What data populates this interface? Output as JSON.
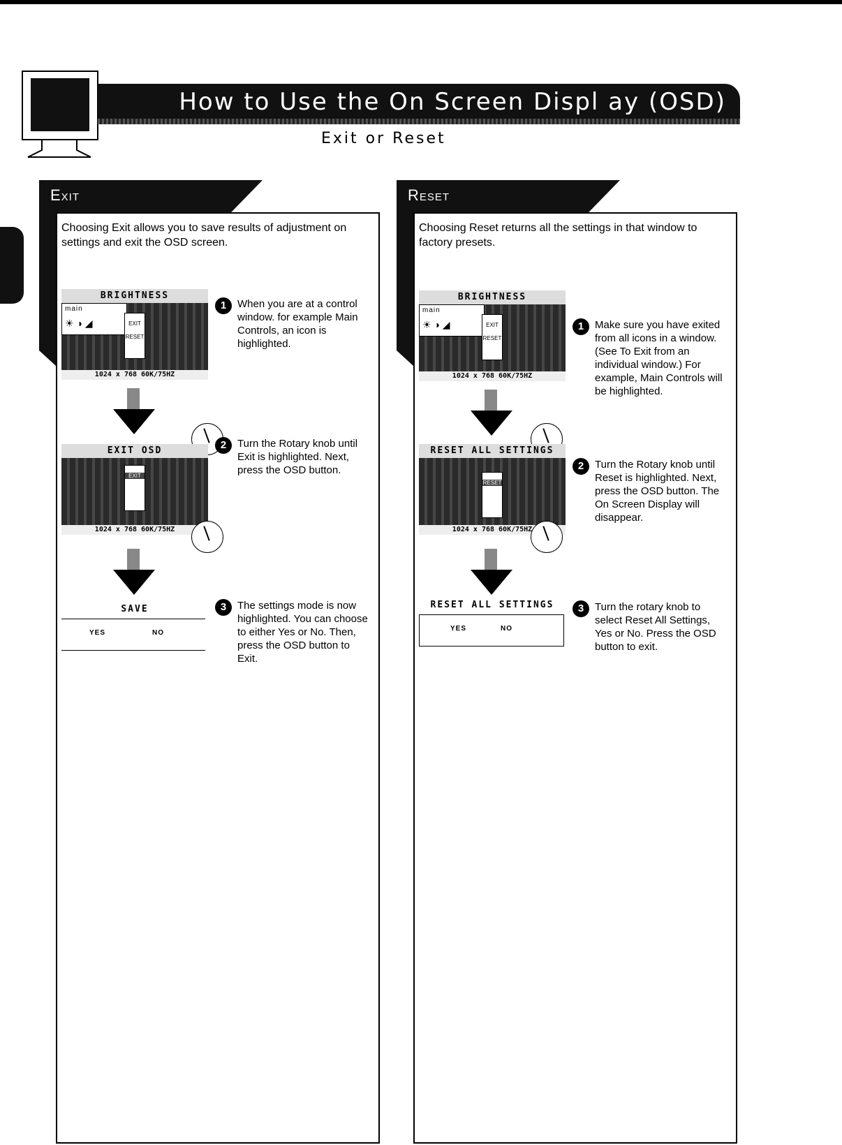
{
  "header": {
    "title": "How to Use the On Screen Displ ay (OSD)",
    "subtitle": "Exit or Reset"
  },
  "exit": {
    "label": "Exit",
    "intro": "Choosing Exit allows you to save results of adjustment on settings and exit the OSD screen.",
    "osd1": {
      "title": "BRIGHTNESS",
      "main": "main",
      "menu_a": "EXIT",
      "menu_b": "RESET",
      "footer": "1024 x 768   60K/75HZ"
    },
    "osd2": {
      "title": "EXIT OSD",
      "menu_a": "EXIT",
      "footer": "1024 x 768   60K/75HZ"
    },
    "save": {
      "title": "SAVE",
      "yes": "YES",
      "no": "NO"
    },
    "steps": [
      {
        "num": "1",
        "text": "When you are at a control window. for example Main Controls, an icon is highlighted."
      },
      {
        "num": "2",
        "text": "Turn the Rotary knob until Exit is highlighted. Next, press the OSD button."
      },
      {
        "num": "3",
        "text": "The settings mode is now highlighted. You can choose to either Yes or No. Then, press the OSD button to Exit."
      }
    ]
  },
  "reset": {
    "label": "Reset",
    "intro": "Choosing Reset returns all the settings in that window to factory presets.",
    "osd1": {
      "title": "BRIGHTNESS",
      "main": "main",
      "menu_a": "EXIT",
      "menu_b": "RESET",
      "footer": "1024 x 768   60K/75HZ"
    },
    "osd2": {
      "title": "RESET ALL SETTINGS",
      "menu_b": "RESET",
      "footer": "1024 x 768   60K/75HZ"
    },
    "save": {
      "title": "RESET ALL SETTINGS",
      "yes": "YES",
      "no": "NO"
    },
    "steps": [
      {
        "num": "1",
        "text": "Make sure you have exited from all icons in a window. (See To Exit from an individual window.) For example, Main Controls will be highlighted."
      },
      {
        "num": "2",
        "text": "Turn the Rotary knob until Reset is highlighted. Next, press the OSD button. The On Screen Display will disappear."
      },
      {
        "num": "3",
        "text": "Turn the rotary knob to select Reset All Settings, Yes or No. Press the OSD button to exit."
      }
    ]
  }
}
